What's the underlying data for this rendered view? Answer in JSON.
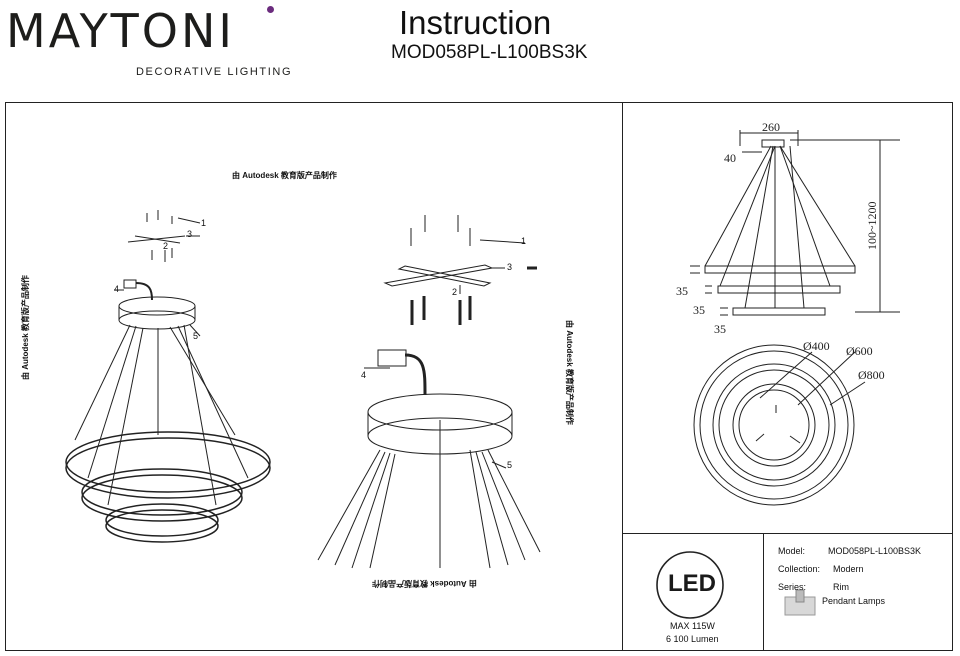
{
  "brand": {
    "name": "MAYTONI",
    "tagline": "DECORATIVE LIGHTING"
  },
  "header": {
    "title": "Instruction",
    "model": "MOD058PL-L100BS3K"
  },
  "watermark": "由 Autodesk 教育版产品制作",
  "callouts": {
    "n1": "1",
    "n2": "2",
    "n3": "3",
    "n4": "4",
    "n5": "5"
  },
  "dimensions": {
    "width_top": "260",
    "canopy_h": "40",
    "drop": "100~1200",
    "ring_h1": "35",
    "ring_h2": "35",
    "ring_h3": "35",
    "d1": "Ø400",
    "d2": "Ø600",
    "d3": "Ø800"
  },
  "led": {
    "badge": "LED",
    "max": "MAX 115W",
    "lumen": "6 100 Lumen"
  },
  "specs": {
    "model_label": "Model:",
    "model_value": "MOD058PL-L100BS3K",
    "collection_label": "Collection:",
    "collection_value": "Modern",
    "series_label": "Series:",
    "series_value": "Rim",
    "type_value": "Pendant Lamps"
  }
}
